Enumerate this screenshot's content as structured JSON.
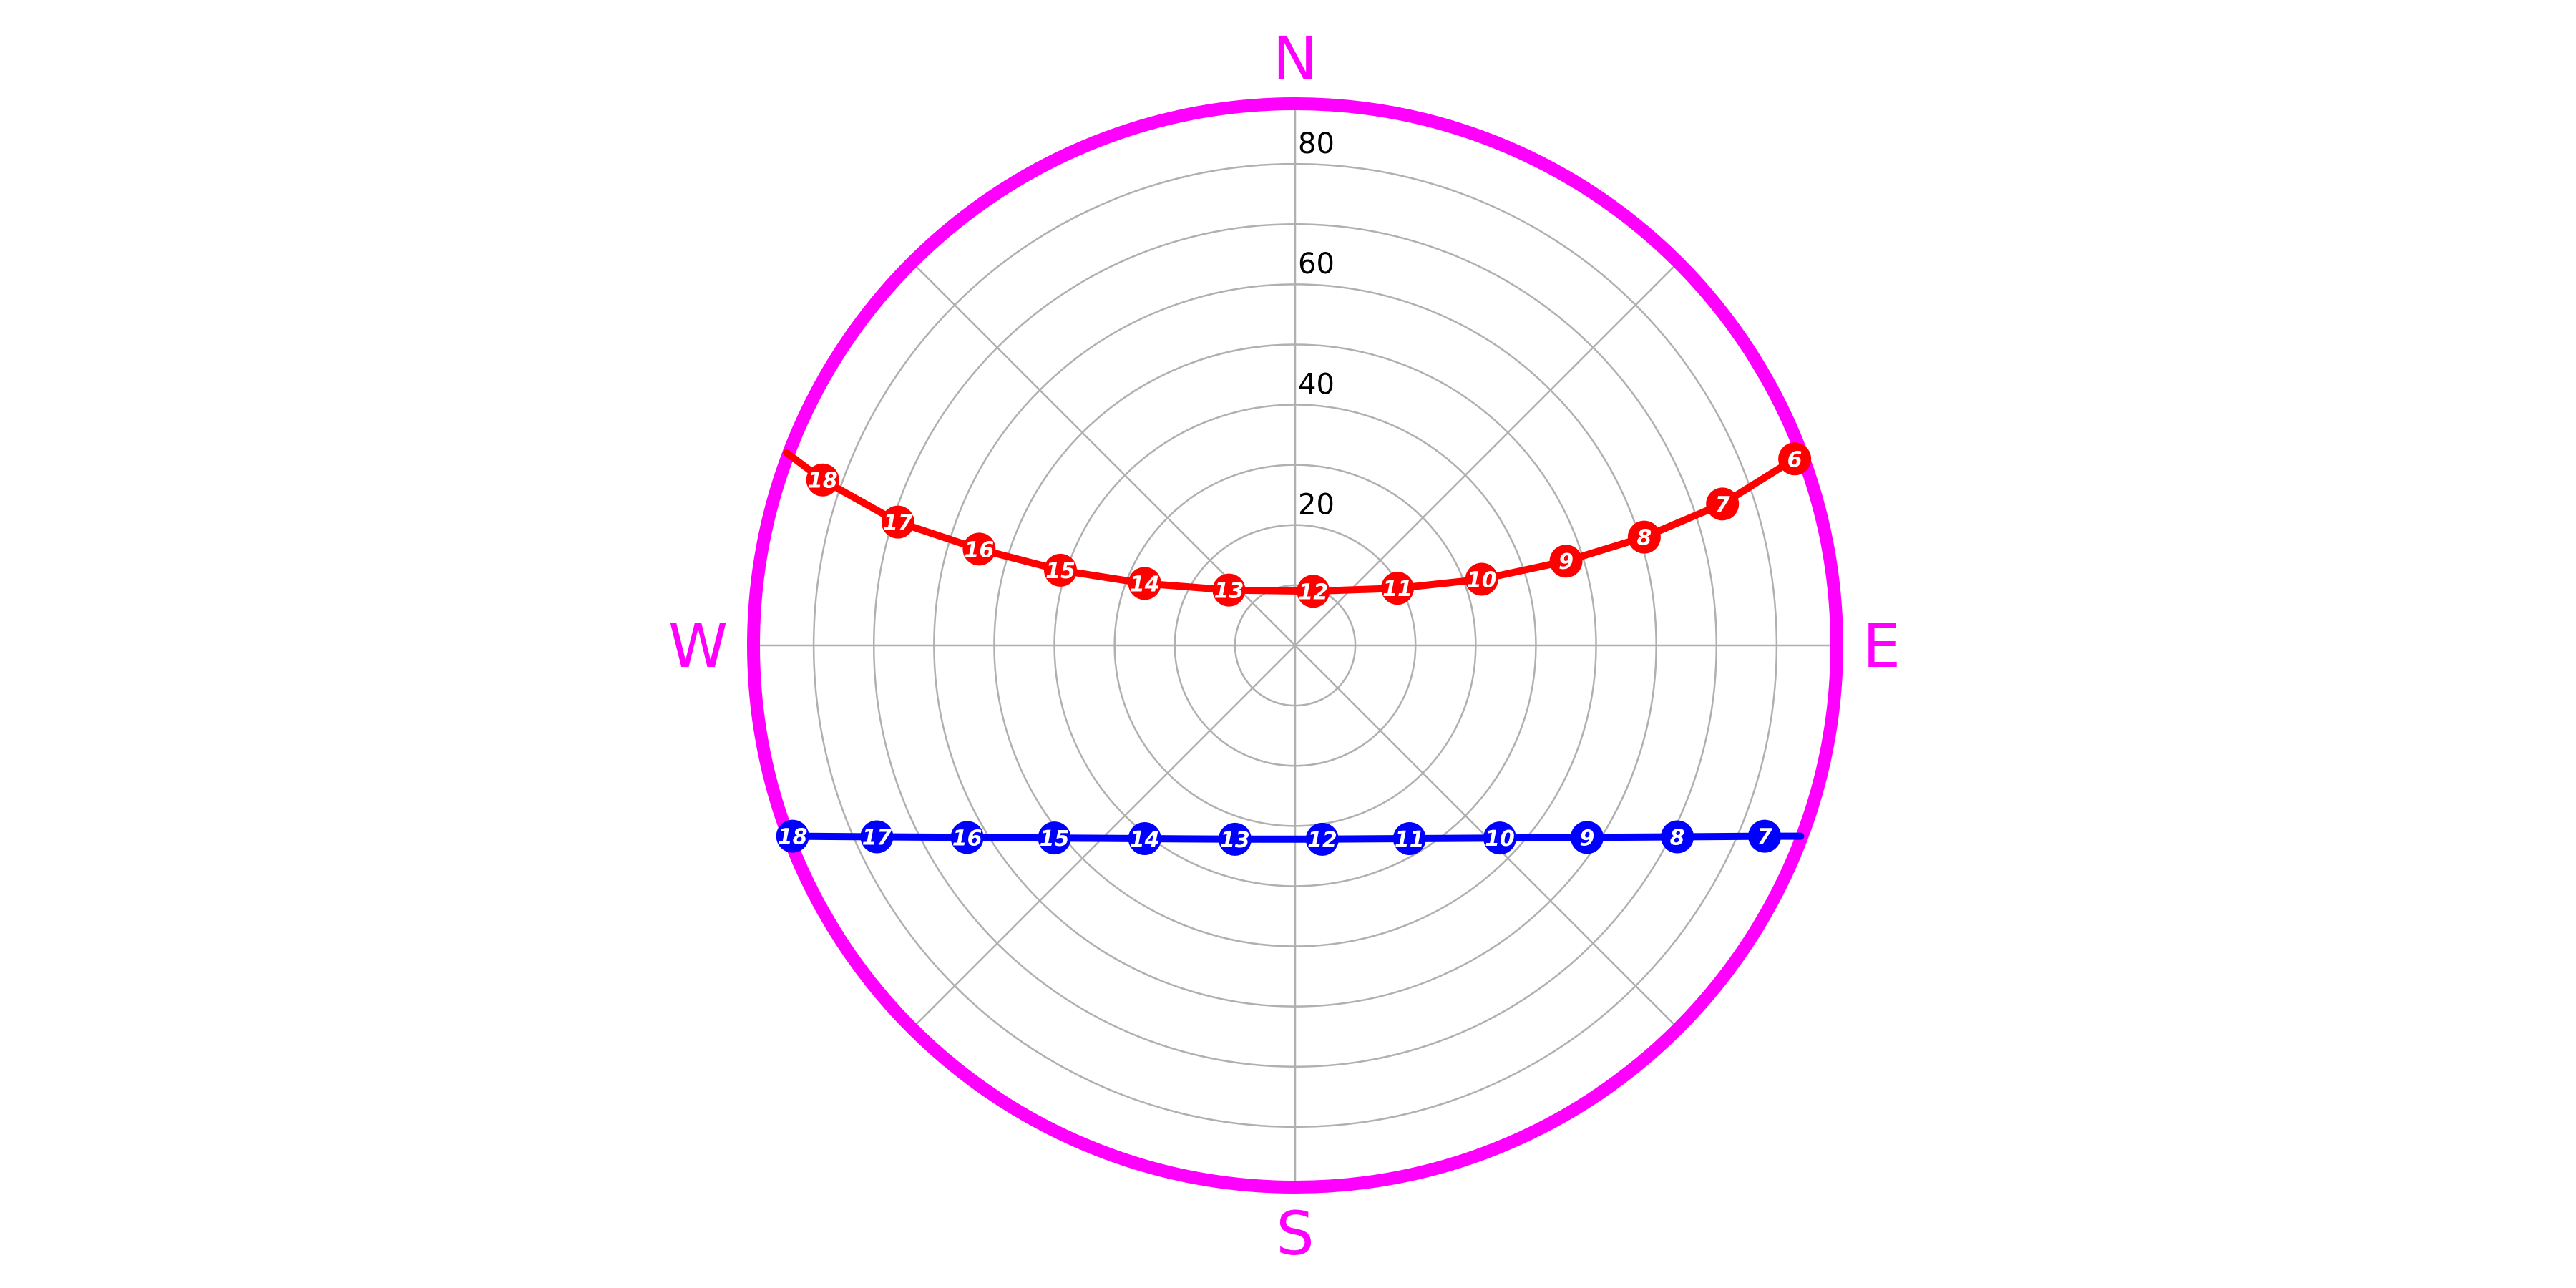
{
  "chart_data": {
    "type": "polar-line",
    "projection": "sun-path-stereographic-style",
    "radial_axis": {
      "ticks": [
        20,
        40,
        60,
        80
      ],
      "range": [
        0,
        90
      ],
      "grid": true,
      "ring_step": 10
    },
    "angular_grid": {
      "spoke_step_deg": 45
    },
    "cardinals": [
      "N",
      "E",
      "S",
      "W"
    ],
    "colors": {
      "horizon": "#ff00ff",
      "cardinal": "#ff00ff",
      "grid": "#b0b0b0"
    },
    "series": [
      {
        "color": "#ff0000",
        "points": [
          {
            "hour": "6",
            "x": 83.0,
            "y": 31.0
          },
          {
            "hour": "7",
            "x": 71.0,
            "y": 23.5
          },
          {
            "hour": "8",
            "x": 58.0,
            "y": 18.0
          },
          {
            "hour": "9",
            "x": 45.0,
            "y": 14.0
          },
          {
            "hour": "10",
            "x": 31.0,
            "y": 11.0
          },
          {
            "hour": "11",
            "x": 17.0,
            "y": 9.5
          },
          {
            "hour": "12",
            "x": 3.0,
            "y": 9.0
          },
          {
            "hour": "13",
            "x": -11.0,
            "y": 9.2
          },
          {
            "hour": "14",
            "x": -25.0,
            "y": 10.3
          },
          {
            "hour": "15",
            "x": -39.0,
            "y": 12.5
          },
          {
            "hour": "16",
            "x": -52.5,
            "y": 16.0
          },
          {
            "hour": "17",
            "x": -66.0,
            "y": 20.5
          },
          {
            "hour": "18",
            "x": -78.5,
            "y": 27.5
          }
        ],
        "extends_to": {
          "x": -84.5,
          "y": 32.0
        }
      },
      {
        "color": "#0000ff",
        "points": [
          {
            "hour": "7",
            "x": 78.0,
            "y": -31.7
          },
          {
            "hour": "8",
            "x": 63.5,
            "y": -31.8
          },
          {
            "hour": "9",
            "x": 48.5,
            "y": -31.9
          },
          {
            "hour": "10",
            "x": 34.0,
            "y": -32.0
          },
          {
            "hour": "11",
            "x": 19.0,
            "y": -32.1
          },
          {
            "hour": "12",
            "x": 4.5,
            "y": -32.2
          },
          {
            "hour": "13",
            "x": -10.0,
            "y": -32.2
          },
          {
            "hour": "14",
            "x": -25.0,
            "y": -32.1
          },
          {
            "hour": "15",
            "x": -40.0,
            "y": -32.0
          },
          {
            "hour": "16",
            "x": -54.5,
            "y": -31.9
          },
          {
            "hour": "17",
            "x": -69.5,
            "y": -31.8
          },
          {
            "hour": "18",
            "x": -83.5,
            "y": -31.7
          }
        ],
        "extends_from": {
          "x": 84.0,
          "y": -31.7
        }
      }
    ]
  }
}
